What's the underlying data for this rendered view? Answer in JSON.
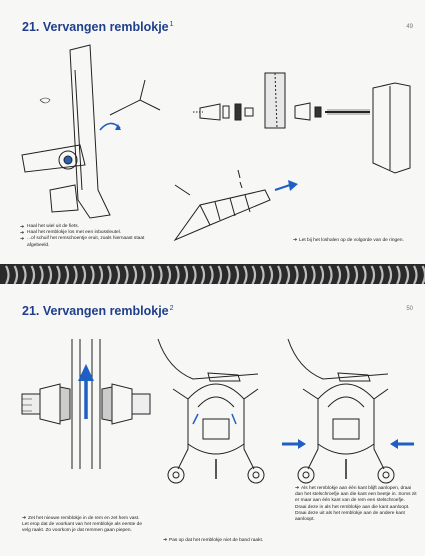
{
  "top_page": {
    "title_number": "21.",
    "title_text": " Vervangen remblokje",
    "title_sup": "1",
    "page_number": "49",
    "notes": [
      "Haal het wiel uit de fiets.",
      "Haal het remblokje los met een inbussleutel.",
      "...of schuif het remschoentje eruit, zoals hiernaast staat afgebeeld."
    ],
    "caption": "Let bij het loshalen op de volgorde van de ringen."
  },
  "bottom_page": {
    "title_number": "21.",
    "title_text": " Vervangen remblokje",
    "title_sup": "2",
    "page_number": "50",
    "notes_left": "Zet het nieuwe remblokje in de rem en zet hem vast. Let erop dat de voorkant van het remblokje als eerste de velg raakt. Zo voorkom je dat remmen gaan piepen.",
    "note_middle": "Pas op dat het remblokje niet de band raakt.",
    "notes_right": "Als het remblokje aan één kant blijft aanlopen, draai dan het stelschroefje aan die kant een beetje in. Soms zit er maar aan één kant van de rem een stelschroefje. Draai deze in als het remblokje aan die kant aanloopt. Draai deze uit als het remblokje aan de andere kant aanloopt."
  },
  "colors": {
    "accent": "#1f5fc4",
    "title": "#1f3f8c"
  },
  "icons": {
    "bullet": "arrow-right-icon"
  }
}
